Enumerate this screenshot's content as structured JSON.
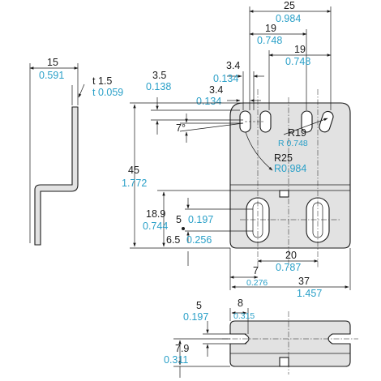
{
  "side_view": {
    "width_mm": "15",
    "width_in": "0.591",
    "thickness_mm": "t 1.5",
    "thickness_in": "t 0.059"
  },
  "front_view": {
    "overall_width_mm": "25",
    "overall_width_in": "0.984",
    "slot_pitch_a_mm": "19",
    "slot_pitch_a_in": "0.748",
    "slot_pitch_b_mm": "19",
    "slot_pitch_b_in": "0.748",
    "slot_width_top_mm": "3.4",
    "slot_width_top_in": "0.134",
    "slot_offset_mm": "3.5",
    "slot_offset_in": "0.138",
    "slot_width_low_mm": "3.4",
    "slot_width_low_in": "0.134",
    "angle": "7°",
    "radius_small_mm": "R19",
    "radius_small_in": "R 0.748",
    "radius_large_mm": "R25",
    "radius_large_in": "R0.984",
    "height_mm": "45",
    "height_in": "1.772",
    "slot_height_mm": "18.9",
    "slot_height_in": "0.744",
    "hole_width_mm": "5",
    "hole_width_in": "0.197",
    "hole_offset_mm": "6.5",
    "hole_offset_in": "0.256",
    "hole_pitch_mm": "20",
    "hole_pitch_in": "0.787",
    "edge_offset_mm": "7",
    "edge_offset_in": "0.276",
    "base_width_mm": "37",
    "base_width_in": "1.457"
  },
  "bottom_view": {
    "notch_width_mm": "8",
    "notch_width_in": "0.315",
    "slot_width_mm": "5",
    "slot_width_in": "0.197",
    "depth_mm": "7.9",
    "depth_in": "0.311"
  }
}
